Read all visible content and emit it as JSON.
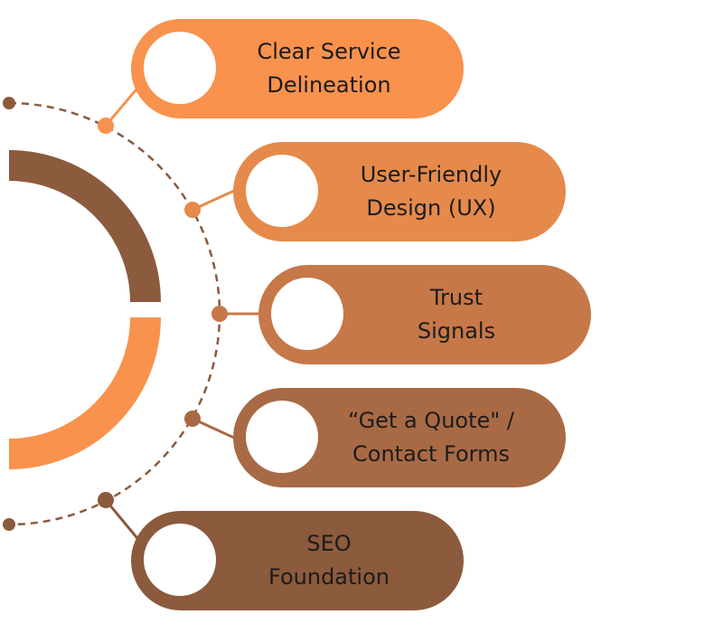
{
  "items": [
    {
      "label": "Clear Service\nDelineation",
      "color": "#F9924D"
    },
    {
      "label": "User-Friendly\nDesign (UX)",
      "color": "#E58A4B"
    },
    {
      "label": "Trust\nSignals",
      "color": "#C77848"
    },
    {
      "label": "“Get a Quote\" /\nContact Forms",
      "color": "#A86A45"
    },
    {
      "label": "SEO\nFoundation",
      "color": "#8C5A3D"
    }
  ],
  "colors": {
    "ring_dark": "#8C5A3D",
    "ring_light": "#F9924D",
    "dashed_arc": "#8C5A3D"
  }
}
